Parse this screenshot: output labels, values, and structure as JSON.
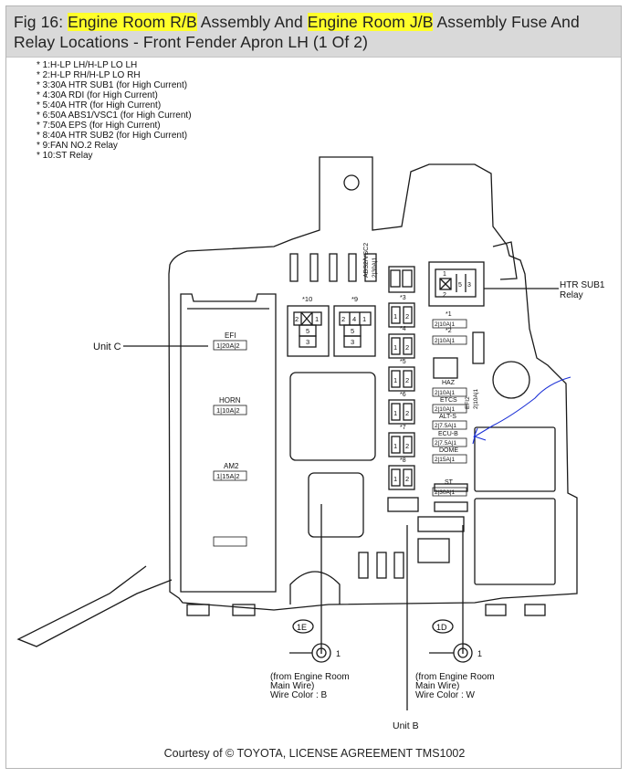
{
  "title": {
    "prefix": "Fig 16: ",
    "hl1": "Engine Room R/B",
    "mid": " Assembly And ",
    "hl2": "Engine Room J/B",
    "suffix": " Assembly Fuse And Relay Locations - Front Fender Apron LH (1 Of 2)"
  },
  "notes": [
    "* 1:H-LP LH/H-LP LO LH",
    "* 2:H-LP RH/H-LP LO RH",
    "* 3:30A HTR SUB1 (for High Current)",
    "* 4:30A RDI (for High Current)",
    "* 5:40A HTR (for High Current)",
    "* 6:50A ABS1/VSC1 (for High Current)",
    "* 7:50A EPS (for High Current)",
    "* 8:40A HTR SUB2 (for High Current)",
    "* 9:FAN NO.2 Relay",
    "* 10:ST Relay"
  ],
  "labels": {
    "unit_c": "Unit C",
    "unit_b": "Unit B",
    "htr_sub1_a": "HTR SUB1",
    "htr_sub1_b": "Relay",
    "efi": "EFI",
    "efi_code": "1|20A|2",
    "horn": "HORN",
    "horn_code": "1|10A|2",
    "am2": "AM2",
    "am2_code": "1|15A|2",
    "abs_vsc": "ABS2/VSC2",
    "abs_code": "2|30A|1",
    "r10": "*10",
    "r9": "*9",
    "s3": "*3",
    "s4": "*4",
    "s5": "*5",
    "s6": "*6",
    "s7": "*7",
    "s8": "*8",
    "s1": "*1",
    "s2": "*2",
    "f1": "2|10A|1",
    "f2": "2|10A|1",
    "haz": "HAZ",
    "haz_code": "2|10A|1",
    "etcs": "ETCS",
    "etcs_code": "2|10A|1",
    "alts": "ALT-S",
    "alts_code": "2|7.5A|1",
    "ecub": "ECU-B",
    "ecub_code": "2|7.5A|1",
    "dome": "DOME",
    "dome_code": "2|15A|1",
    "st": "ST",
    "st_code": "2|30A|1",
    "efi2": "EFI2",
    "efi2_code": "2|10A|1",
    "conn_1e": "1E",
    "conn_1d": "1D",
    "term_1": "1",
    "from_a": "(from Engine Room",
    "from_b": "Main Wire)",
    "wire_b": "Wire Color : B",
    "wire_w": "Wire Color : W",
    "relay_nums_a": [
      "2",
      "1",
      "5",
      "3"
    ],
    "relay_nums_b": [
      "2",
      "4",
      "1",
      "5",
      "3"
    ],
    "htr_nums": [
      "1",
      "5",
      "3",
      "2"
    ],
    "pin": [
      "1",
      "2"
    ]
  },
  "footer": "Courtesy of © TOYOTA, LICENSE AGREEMENT TMS1002",
  "colors": {
    "highlight": "#ffff2a",
    "header_bg": "#d9d9d9",
    "annotation_arrow": "#1a2fd6"
  }
}
